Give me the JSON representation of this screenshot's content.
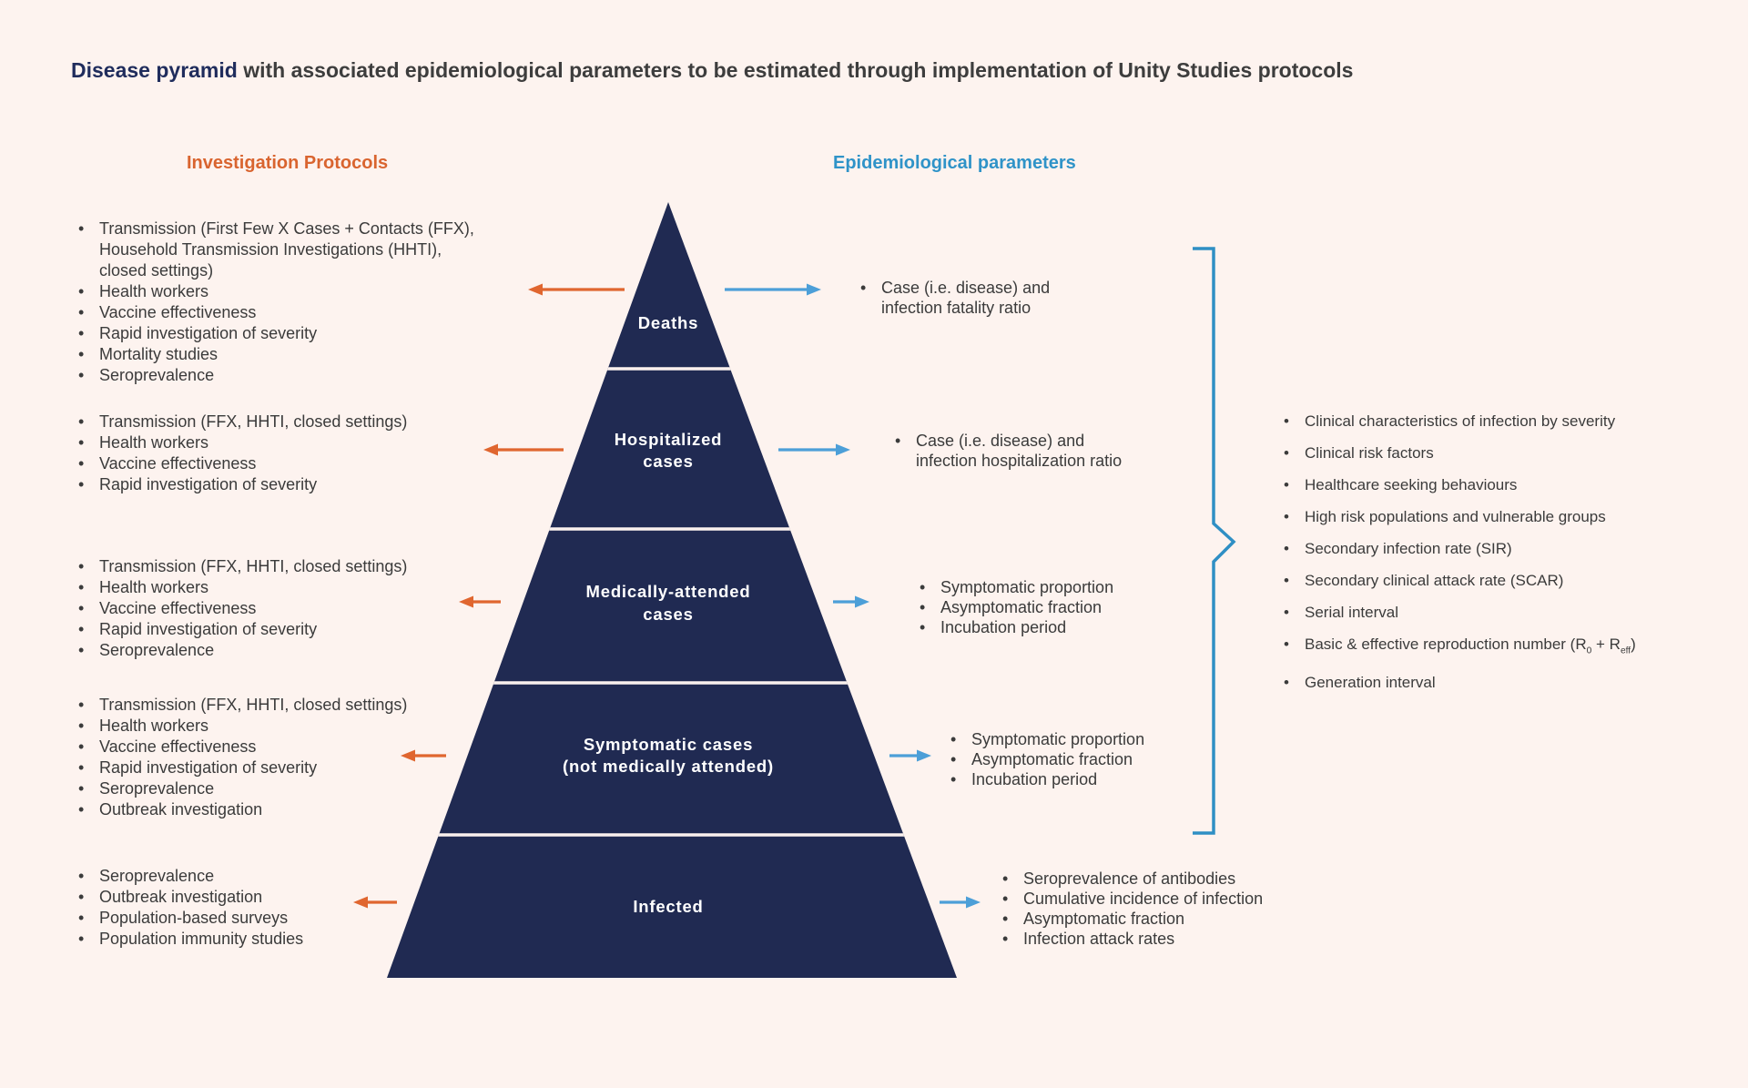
{
  "title": {
    "highlight": "Disease pyramid",
    "rest": " with associated epidemiological parameters to be estimated through implementation of Unity Studies protocols"
  },
  "column_headers": {
    "left": "Investigation Protocols",
    "right": "Epidemiological parameters"
  },
  "pyramid": {
    "levels": [
      {
        "label_lines": [
          "Deaths"
        ]
      },
      {
        "label_lines": [
          "Hospitalized",
          "cases"
        ]
      },
      {
        "label_lines": [
          "Medically-attended",
          "cases"
        ]
      },
      {
        "label_lines": [
          "Symptomatic cases",
          "(not medically attended)"
        ]
      },
      {
        "label_lines": [
          "Infected"
        ]
      }
    ]
  },
  "left_protocols": [
    {
      "transmission_lines": [
        "Transmission (First Few X Cases + Contacts (FFX),",
        "Household Transmission Investigations (HHTI),",
        "closed settings)"
      ],
      "items": [
        "Health workers",
        "Vaccine effectiveness",
        "Rapid investigation of severity",
        "Mortality studies",
        "Seroprevalence"
      ]
    },
    {
      "items": [
        "Transmission (FFX, HHTI, closed settings)",
        "Health workers",
        "Vaccine effectiveness",
        "Rapid investigation of severity"
      ]
    },
    {
      "items": [
        "Transmission (FFX, HHTI, closed settings)",
        "Health workers",
        "Vaccine effectiveness",
        "Rapid investigation of severity",
        "Seroprevalence"
      ]
    },
    {
      "items": [
        "Transmission (FFX, HHTI, closed settings)",
        "Health workers",
        "Vaccine effectiveness",
        "Rapid investigation of severity",
        "Seroprevalence",
        "Outbreak investigation"
      ]
    },
    {
      "items": [
        "Seroprevalence",
        "Outbreak investigation",
        "Population-based surveys",
        "Population immunity studies"
      ]
    }
  ],
  "right_parameters": [
    {
      "item_lines": [
        "Case (i.e. disease) and",
        "infection fatality ratio"
      ]
    },
    {
      "item_lines": [
        "Case (i.e. disease) and",
        "infection hospitalization ratio"
      ]
    },
    {
      "items": [
        "Symptomatic proportion",
        "Asymptomatic fraction",
        "Incubation period"
      ]
    },
    {
      "items": [
        "Symptomatic proportion",
        "Asymptomatic fraction",
        "Incubation period"
      ]
    },
    {
      "items": [
        "Seroprevalence of antibodies",
        "Cumulative incidence of infection",
        "Asymptomatic fraction",
        "Infection attack rates"
      ]
    }
  ],
  "clinical_parameters": {
    "items": [
      "Clinical characteristics of infection by severity",
      "Clinical risk factors",
      "Healthcare seeking behaviours",
      "High risk populations and vulnerable groups",
      "Secondary infection rate (SIR)",
      "Secondary clinical attack rate (SCAR)",
      "Serial interval"
    ],
    "reproduction": {
      "pre": "Basic & effective reproduction number (R",
      "sub_base": "0",
      "mid": " + R",
      "sub_eff": "eff",
      "post": ")"
    },
    "generation": "Generation interval"
  },
  "colors": {
    "background": "#fdf3ef",
    "pyramid_navy": "#202a52",
    "title_navy": "#1f2c5c",
    "text_dark": "#3b3b3b",
    "accent_orange": "#e0662f",
    "accent_blue": "#4c9fd8",
    "header_orange": "#d9642f",
    "header_blue": "#2f93c8",
    "brace_blue": "#2f8fc4"
  }
}
